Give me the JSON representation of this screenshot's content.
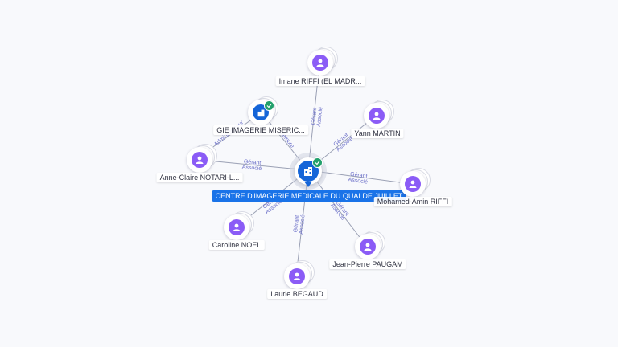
{
  "colors": {
    "accent": "#1a73e8",
    "person": "#8b5cf6",
    "edge_text": "#6b6fc8",
    "verified": "#22a06b"
  },
  "center": {
    "name": "CENTRE D'IMAGERIE MEDICALE DU QUAI DE JUILLET",
    "icon": "building-icon",
    "verified": true
  },
  "nodes": [
    {
      "id": "imane",
      "name": "Imane RIFFI (EL MADR...",
      "type": "person",
      "icon": "person-icon"
    },
    {
      "id": "gie",
      "name": "GIE IMAGERIE MISERIC...",
      "type": "company",
      "icon": "building-icon",
      "verified": true
    },
    {
      "id": "yann",
      "name": "Yann MARTIN",
      "type": "person",
      "icon": "person-icon"
    },
    {
      "id": "anne",
      "name": "Anne-Claire NOTARI-L...",
      "type": "person",
      "icon": "person-icon"
    },
    {
      "id": "mohamed",
      "name": "Mohamed-Amin RIFFI",
      "type": "person",
      "icon": "person-icon"
    },
    {
      "id": "caroline",
      "name": "Caroline NOEL",
      "type": "person",
      "icon": "person-icon"
    },
    {
      "id": "jeanpierre",
      "name": "Jean-Pierre PAUGAM",
      "type": "person",
      "icon": "person-icon"
    },
    {
      "id": "laurie",
      "name": "Laurie BEGAUD",
      "type": "person",
      "icon": "person-icon"
    }
  ],
  "edges": [
    {
      "to": "imane",
      "label_1": "Gérant",
      "label_2": "Associé"
    },
    {
      "to": "gie",
      "label_1": "Membre",
      "label_2": ""
    },
    {
      "to": "gie_admin",
      "label_1": "Administrateur",
      "label_2": ""
    },
    {
      "to": "yann",
      "label_1": "Gérant",
      "label_2": "Associé"
    },
    {
      "to": "anne",
      "label_1": "Gérant",
      "label_2": "Associé"
    },
    {
      "to": "mohamed",
      "label_1": "Gérant",
      "label_2": "Associé"
    },
    {
      "to": "caroline",
      "label_1": "Gérant",
      "label_2": "Associé"
    },
    {
      "to": "jeanpierre",
      "label_1": "Gérant",
      "label_2": "Associé"
    },
    {
      "to": "laurie",
      "label_1": "Gérant",
      "label_2": "Associé"
    }
  ]
}
